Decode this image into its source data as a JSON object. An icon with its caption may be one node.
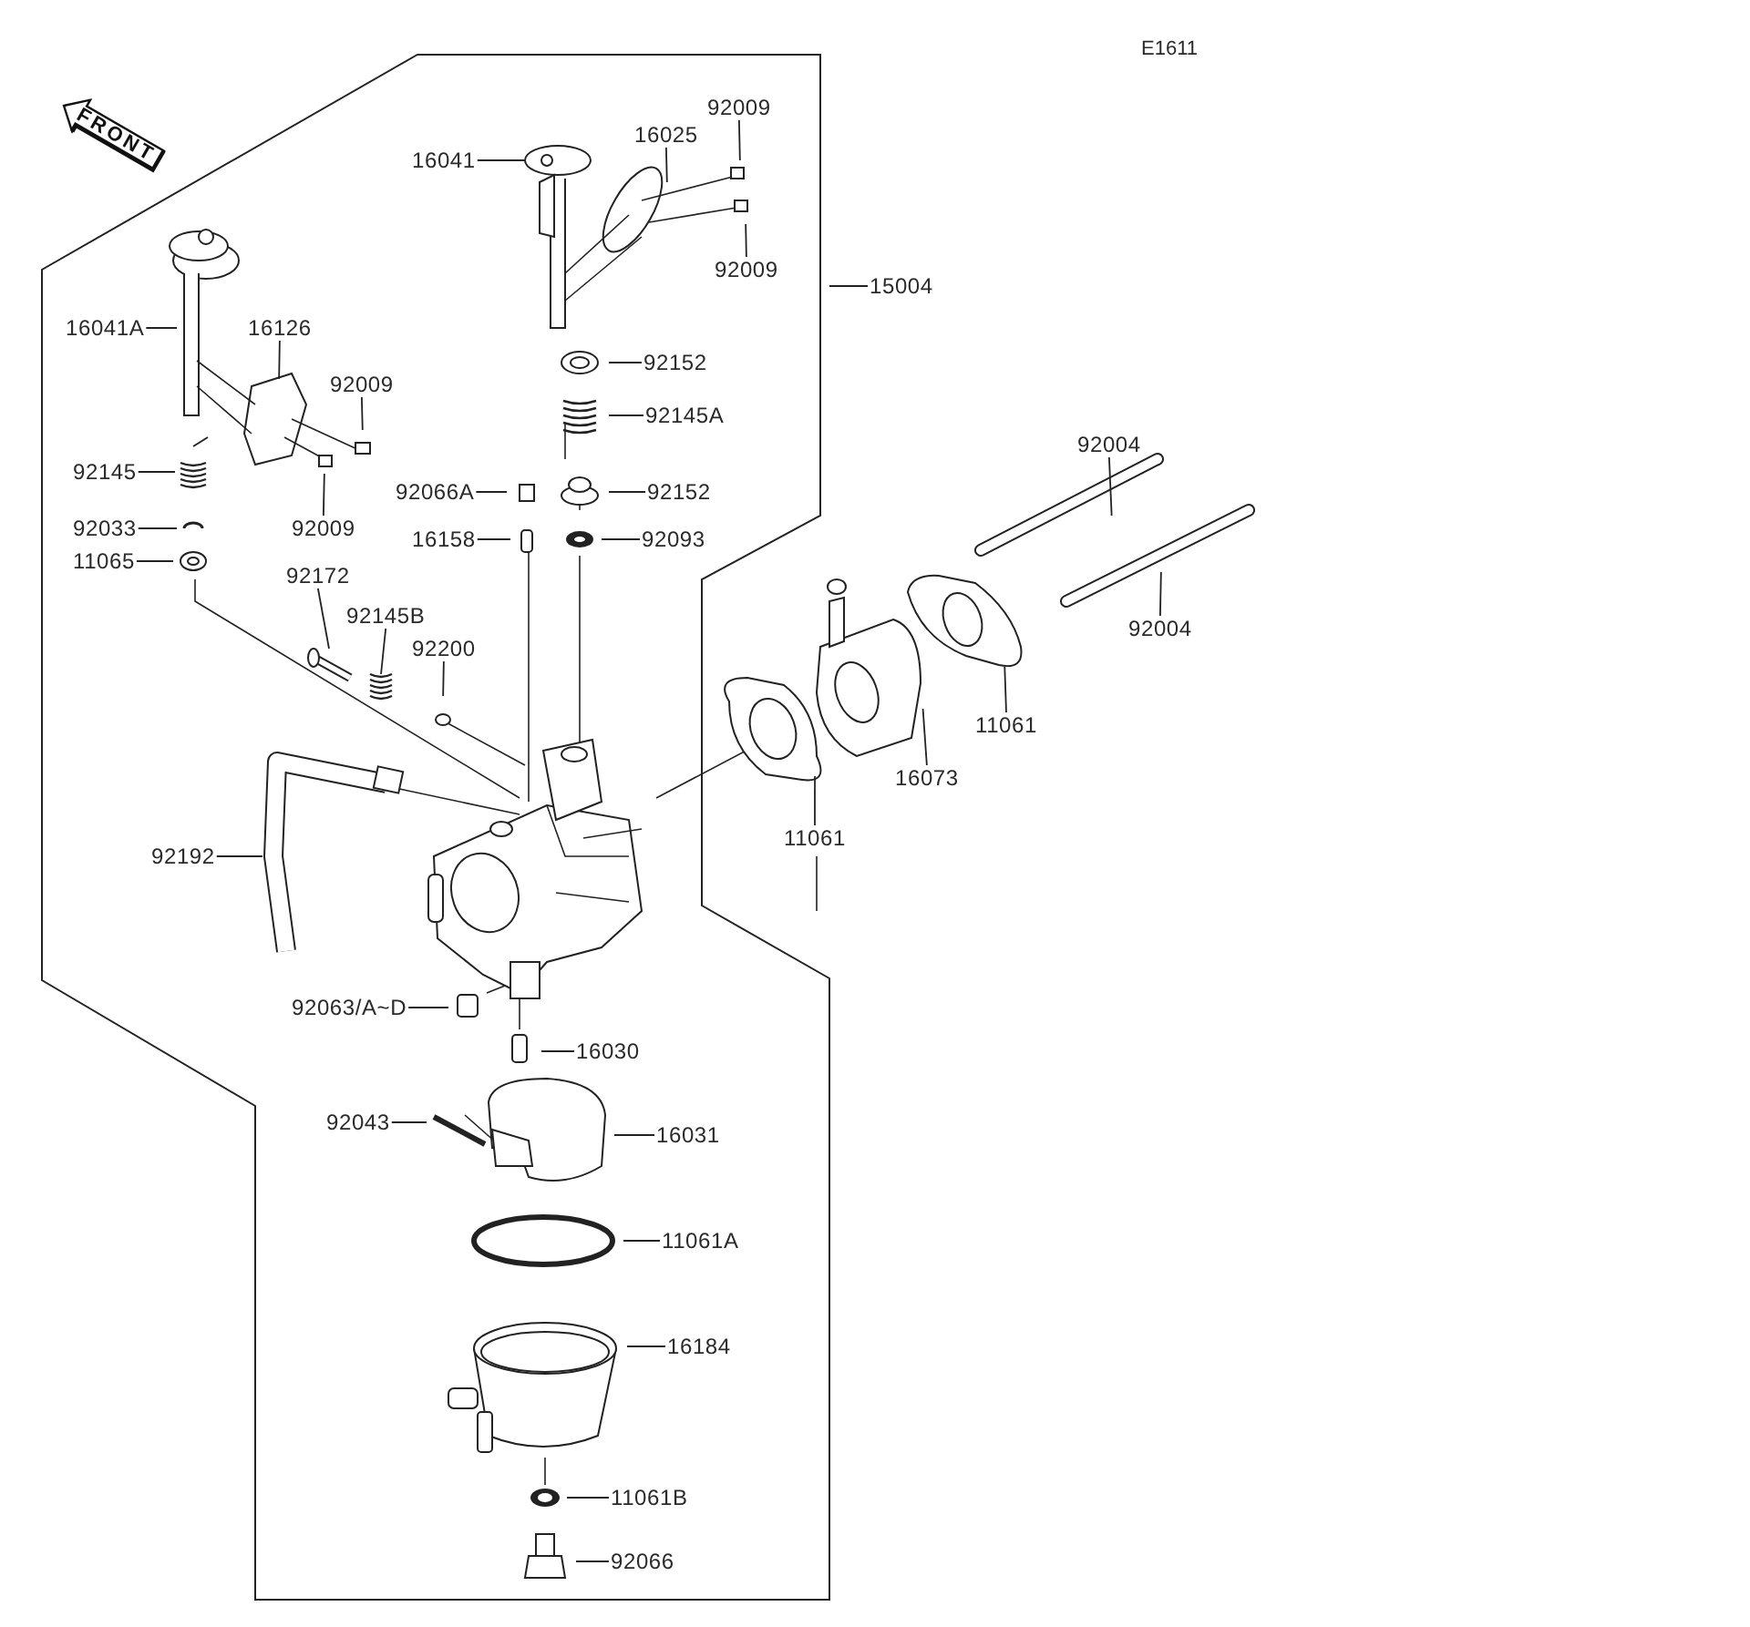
{
  "diagram": {
    "nodes": [
      {
        "text": [
          "16041"
        ]
      },
      {
        "text": [
          "16025"
        ]
      },
      {
        "text": [
          "92009"
        ]
      },
      {
        "text": [
          "92009"
        ]
      },
      {
        "text": [
          "15004"
        ]
      },
      {
        "text": [
          "16041A"
        ]
      },
      {
        "text": [
          "16126"
        ]
      },
      {
        "text": [
          "92009"
        ]
      },
      {
        "text": [
          "92152"
        ]
      },
      {
        "text": [
          "92145A"
        ]
      },
      {
        "text": [
          "92004"
        ]
      },
      {
        "text": [
          "92145"
        ]
      },
      {
        "text": [
          "92066A"
        ]
      },
      {
        "text": [
          "92152"
        ]
      },
      {
        "text": [
          "92033"
        ]
      },
      {
        "text": [
          "92009"
        ]
      },
      {
        "text": [
          "16158"
        ]
      },
      {
        "text": [
          "92093"
        ]
      },
      {
        "text": [
          "11065"
        ]
      },
      {
        "text": [
          "92172"
        ]
      },
      {
        "text": [
          "92145B"
        ]
      },
      {
        "text": [
          "92004"
        ]
      },
      {
        "text": [
          "92200"
        ]
      },
      {
        "text": [
          "11061"
        ]
      },
      {
        "text": [
          "16073"
        ]
      },
      {
        "text": [
          "11061"
        ]
      },
      {
        "text": [
          "92192"
        ]
      },
      {
        "text": [
          "92063/A~D"
        ]
      },
      {
        "text": [
          "16030"
        ]
      },
      {
        "text": [
          "92043"
        ]
      },
      {
        "text": [
          "16031"
        ]
      },
      {
        "text": [
          "11061A"
        ]
      },
      {
        "text": [
          "16184"
        ]
      },
      {
        "text": [
          "11061B"
        ]
      },
      {
        "text": [
          "92066"
        ]
      },
      {
        "text": [],
        "shape": "picture"
      },
      {
        "text": [],
        "shape": "picture"
      }
    ],
    "edges": [
      {
        "from": 0,
        "to": null,
        "arrow": "none"
      },
      {
        "from": 1,
        "to": null,
        "arrow": "none"
      },
      {
        "from": 2,
        "to": null,
        "arrow": "none"
      },
      {
        "from": 3,
        "to": null,
        "arrow": "none"
      },
      {
        "from": 4,
        "to": null,
        "arrow": "none"
      },
      {
        "from": 5,
        "to": null,
        "arrow": "none"
      },
      {
        "from": 6,
        "to": null,
        "arrow": "none"
      },
      {
        "from": 7,
        "to": null,
        "arrow": "none"
      },
      {
        "from": 8,
        "to": null,
        "arrow": "none"
      },
      {
        "from": 9,
        "to": null,
        "arrow": "none"
      },
      {
        "from": 10,
        "to": null,
        "arrow": "none"
      },
      {
        "from": 11,
        "to": null,
        "arrow": "none"
      },
      {
        "from": 12,
        "to": null,
        "arrow": "none"
      },
      {
        "from": 13,
        "to": null,
        "arrow": "none"
      },
      {
        "from": 14,
        "to": null,
        "arrow": "none"
      },
      {
        "from": 15,
        "to": null,
        "arrow": "none"
      },
      {
        "from": 16,
        "to": null,
        "arrow": "none"
      },
      {
        "from": 17,
        "to": null,
        "arrow": "none"
      },
      {
        "from": 18,
        "to": null,
        "arrow": "none"
      },
      {
        "from": 19,
        "to": 35,
        "arrow": "none"
      },
      {
        "from": 20,
        "to": 36,
        "arrow": "none"
      },
      {
        "from": 21,
        "to": null,
        "arrow": "none"
      },
      {
        "from": 22,
        "to": null,
        "arrow": "none"
      },
      {
        "from": 23,
        "to": null,
        "arrow": "none"
      },
      {
        "from": 24,
        "to": null,
        "arrow": "none"
      },
      {
        "from": 25,
        "to": null,
        "arrow": "none"
      },
      {
        "from": 26,
        "to": null,
        "arrow": "none"
      },
      {
        "from": 27,
        "to": null,
        "arrow": "none"
      },
      {
        "from": 28,
        "to": null,
        "arrow": "none"
      },
      {
        "from": 29,
        "to": null,
        "arrow": "none"
      },
      {
        "from": 30,
        "to": null,
        "arrow": "none"
      },
      {
        "from": 31,
        "to": null,
        "arrow": "none"
      },
      {
        "from": 32,
        "to": null,
        "arrow": "none"
      },
      {
        "from": 33,
        "to": null,
        "arrow": "none"
      },
      {
        "from": 34,
        "to": null,
        "arrow": "none"
      }
    ],
    "labels": [
      "E1611",
      "FRONT"
    ]
  }
}
